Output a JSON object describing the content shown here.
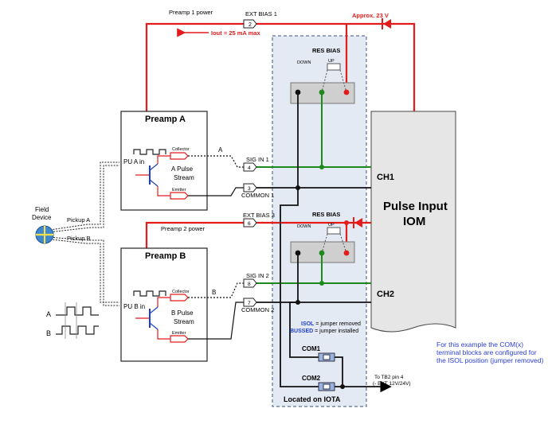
{
  "top": {
    "preamp1_power": "Preamp 1 power",
    "ext_bias1": "EXT BIAS 1",
    "ext_bias1_pin": "2",
    "iout": "Iout = 25 mA max",
    "approx": "Approx. 23 V"
  },
  "iota": {
    "res_bias_top": "RES BIAS",
    "res_bias_bottom": "RES BIAS",
    "down": "DOWN",
    "up": "UP",
    "located": "Located on IOTA",
    "isol_key": "ISOL",
    "isol_text": " = jumper removed",
    "bussed_key": "BUSSED",
    "bussed_text": " = jumper installed",
    "com1": "COM1",
    "com2": "COM2"
  },
  "preamp_a": {
    "title": "Preamp A",
    "pu_in": "PU A in",
    "collector": "Collector",
    "emitter": "Emitter",
    "stream1": "A Pulse",
    "stream2": "Stream",
    "signal": "A"
  },
  "preamp_b": {
    "title": "Preamp B",
    "pu_in": "PU B in",
    "collector": "Collector",
    "emitter": "Emitter",
    "stream1": "B Pulse",
    "stream2": "Stream",
    "signal": "B"
  },
  "terminals": {
    "sig_in1": "SIG IN 1",
    "sig_in1_pin": "4",
    "common1": "COMMON 1",
    "common1_pin": "3",
    "ext_bias3": "EXT BIAS 3",
    "ext_bias3_pin": "6",
    "preamp2_power": "Preamp 2 power",
    "sig_in2": "SIG IN 2",
    "sig_in2_pin": "8",
    "common2": "COMMON 2",
    "common2_pin": "7"
  },
  "field": {
    "line1": "Field",
    "line2": "Device",
    "pickup_a": "Pickup A",
    "pickup_b": "Pickup B",
    "wave_a": "A",
    "wave_b": "B"
  },
  "iom": {
    "line1": "Pulse Input",
    "line2": "IOM",
    "ch1": "CH1",
    "ch2": "CH2"
  },
  "tb2": {
    "line1": "To TB2 pin 4",
    "line2": "(- EXT 12V/24V)"
  },
  "note": "For this example the COM(x) terminal blocks are configured for the ISOL position (jumper removed)",
  "colors": {
    "power": "#e41b1b",
    "signal": "#1c8a1c",
    "note": "#2a3ed6",
    "iota_fill": "#e4eaf3"
  }
}
